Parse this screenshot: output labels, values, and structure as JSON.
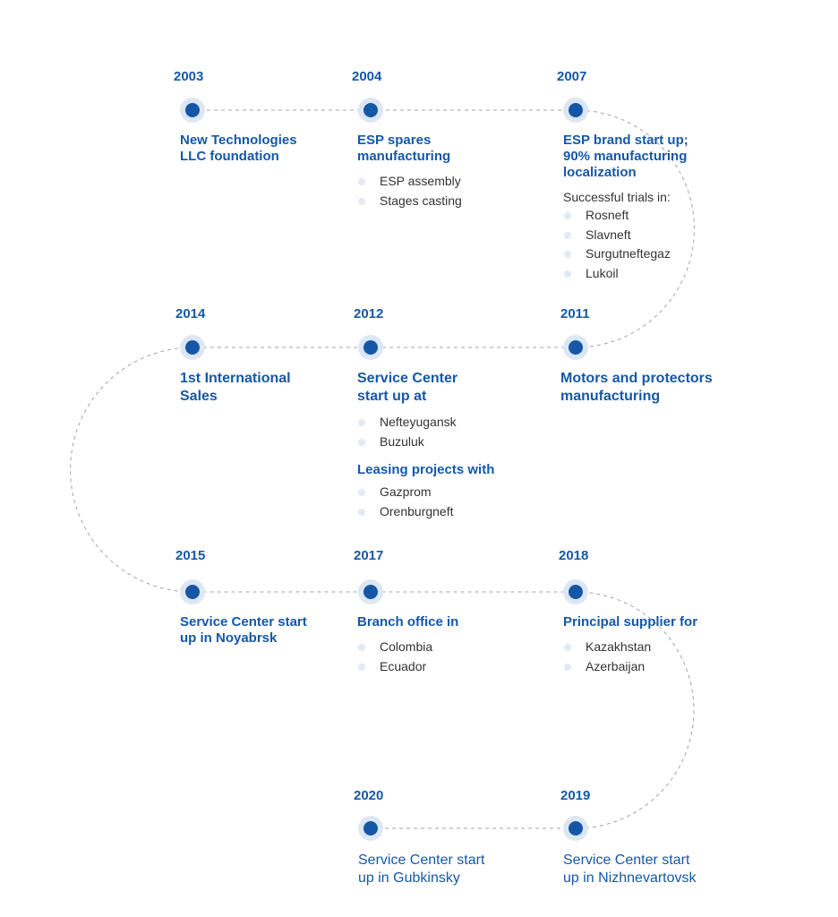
{
  "milestones": [
    {
      "year": "2003",
      "title": "New Technologies\nLLC foundation"
    },
    {
      "year": "2004",
      "title": "ESP spares\nmanufacturing",
      "bullets": [
        "ESP assembly",
        "Stages casting"
      ]
    },
    {
      "year": "2007",
      "title": "ESP brand start up;\n90% manufacturing\nlocalization",
      "note": "Successful trials in:",
      "bullets": [
        "Rosneft",
        "Slavneft",
        "Surgutneftegaz",
        "Lukoil"
      ]
    },
    {
      "year": "2014",
      "title": "1st International\nSales"
    },
    {
      "year": "2012",
      "title": "Service Center\nstart up at",
      "bullets": [
        "Nefteyugansk",
        "Buzuluk"
      ],
      "sub_title": "Leasing projects with",
      "sub_bullets": [
        "Gazprom",
        "Orenburgneft"
      ]
    },
    {
      "year": "2011",
      "title": "Motors and protectors\nmanufacturing"
    },
    {
      "year": "2015",
      "title": "Service Center start\nup in Noyabrsk"
    },
    {
      "year": "2017",
      "title": "Branch office in",
      "bullets": [
        "Colombia",
        "Ecuador"
      ]
    },
    {
      "year": "2018",
      "title": "Principal supplier for",
      "bullets": [
        "Kazakhstan",
        "Azerbaijan"
      ]
    },
    {
      "year": "2020",
      "title": "Service Center start\nup in Gubkinsky"
    },
    {
      "year": "2019",
      "title": "Service Center start\nup in Nizhnevartovsk"
    }
  ],
  "colors": {
    "accent": "#1557a6",
    "dot_ring": "#dde6f4",
    "line": "#9a9a9a",
    "text": "#333333"
  }
}
